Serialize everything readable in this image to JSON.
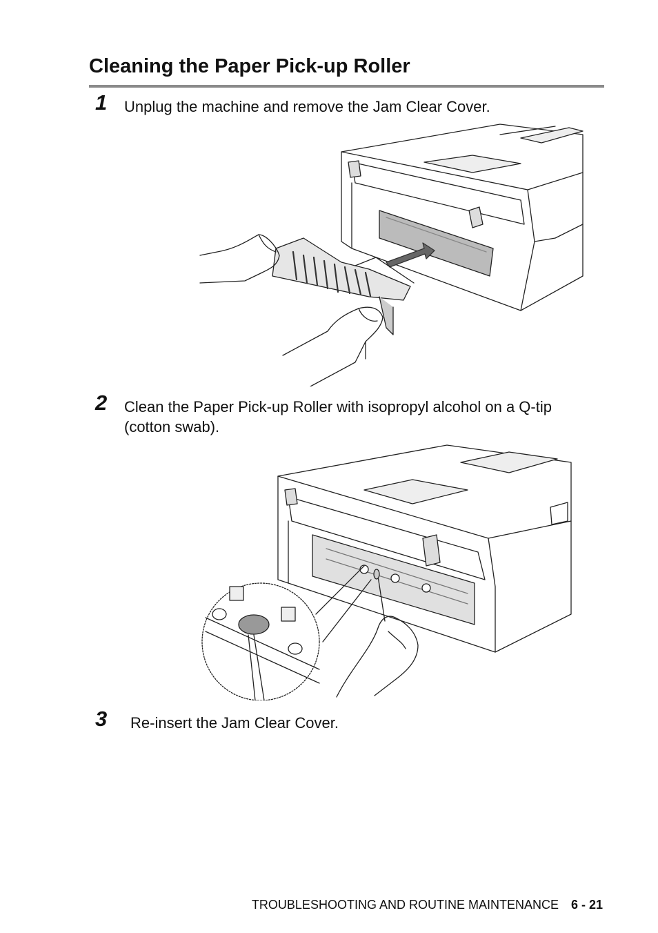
{
  "section": {
    "title": "Cleaning the Paper Pick-up Roller"
  },
  "steps": [
    {
      "number": "1",
      "text": "Unplug the machine and remove the Jam Clear Cover."
    },
    {
      "number": "2",
      "text_line1": "Clean the Paper Pick-up Roller with isopropyl alcohol on a Q-tip",
      "text_line2": "(cotton swab)."
    },
    {
      "number": "3",
      "text": "Re-insert the Jam Clear Cover."
    }
  ],
  "footer": {
    "chapter": "TROUBLESHOOTING AND ROUTINE MAINTENANCE",
    "page": "6 - 21"
  }
}
